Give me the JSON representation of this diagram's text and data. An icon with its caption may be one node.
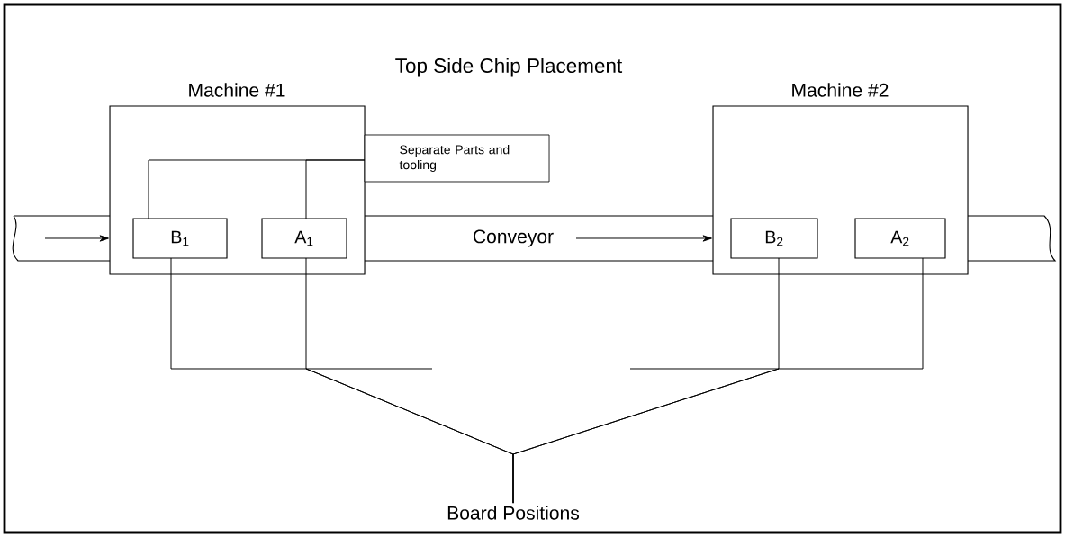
{
  "diagram": {
    "title": "Top Side Chip Placement",
    "nodes": [
      {
        "text": [
          "Machine #1"
        ]
      },
      {
        "text": [
          "B$_{1}$"
        ]
      },
      {
        "text": [
          "A$_{1}$"
        ]
      },
      {
        "text": [
          "Separate Parts and tooling"
        ]
      },
      {
        "text": [
          "Machine #2"
        ]
      },
      {
        "text": [
          "B$_{2}$"
        ]
      },
      {
        "text": [
          "A$_{2}$"
        ]
      },
      {
        "text": [
          "Conveyor"
        ]
      },
      {
        "text": [
          "Board Positions"
        ]
      }
    ],
    "edges": [
      {
        "from": 7,
        "to": 0,
        "arrow": "to"
      },
      {
        "from": 7,
        "to": 4,
        "arrow": "to"
      },
      {
        "from": 3,
        "to": 1,
        "arrow": "none"
      },
      {
        "from": 3,
        "to": 2,
        "arrow": "none"
      },
      {
        "from": 8,
        "to": 1,
        "arrow": "none"
      },
      {
        "from": 8,
        "to": 2,
        "arrow": "none"
      },
      {
        "from": 8,
        "to": 5,
        "arrow": "none"
      },
      {
        "from": 8,
        "to": 6,
        "arrow": "none"
      }
    ]
  }
}
